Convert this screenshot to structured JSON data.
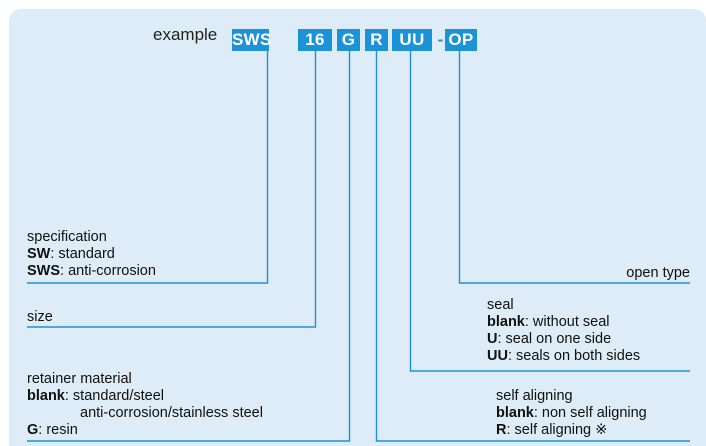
{
  "example": {
    "label": "example",
    "parts": [
      "SWS",
      "16",
      "G",
      "R",
      "UU",
      "OP"
    ],
    "separator": "-"
  },
  "specification": {
    "title": "specification",
    "items": [
      {
        "key": "SW",
        "desc": ": standard"
      },
      {
        "key": "SWS",
        "desc": ": anti-corrosion"
      }
    ]
  },
  "size": {
    "title": "size"
  },
  "retainer": {
    "title": "retainer material",
    "items": [
      {
        "key": "blank",
        "desc": ": standard/steel"
      },
      {
        "key": "",
        "desc": "anti-corrosion/stainless steel"
      },
      {
        "key": "G",
        "desc": ": resin"
      }
    ]
  },
  "open_type": {
    "title": "open type"
  },
  "seal": {
    "title": "seal",
    "items": [
      {
        "key": "blank",
        "desc": ": without seal"
      },
      {
        "key": "U",
        "desc": ": seal on one side"
      },
      {
        "key": "UU",
        "desc": ": seals on both sides"
      }
    ]
  },
  "self_aligning": {
    "title": "self aligning",
    "items": [
      {
        "key": "blank",
        "desc": ": non self aligning"
      },
      {
        "key": "R",
        "desc": ": self aligning ※"
      }
    ]
  },
  "colors": {
    "accent": "#1c92d8",
    "panel": "#ddecf6",
    "text": "#111111"
  }
}
